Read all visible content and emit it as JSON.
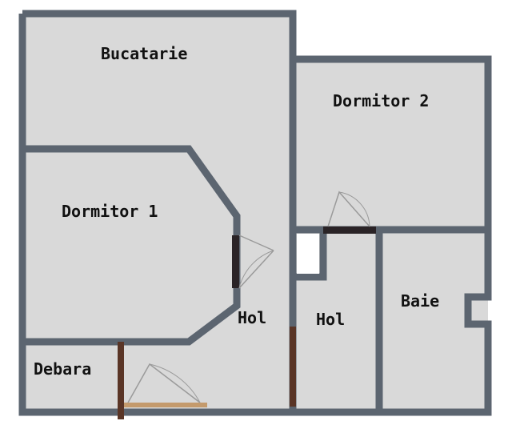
{
  "plan": {
    "colors": {
      "floor": "#d9d9d9",
      "wall": "#5c6570",
      "background": "#ffffff",
      "door_dark": "#2a2326",
      "door_brown": "#5a3526",
      "door_light": "#c49a6c",
      "swing": "#9a9a9a"
    },
    "rooms": {
      "bucatarie": "Bucatarie",
      "dormitor2": "Dormitor 2",
      "dormitor1": "Dormitor 1",
      "hol_left": "Hol",
      "hol_right": "Hol",
      "baie": "Baie",
      "debara": "Debara"
    }
  }
}
